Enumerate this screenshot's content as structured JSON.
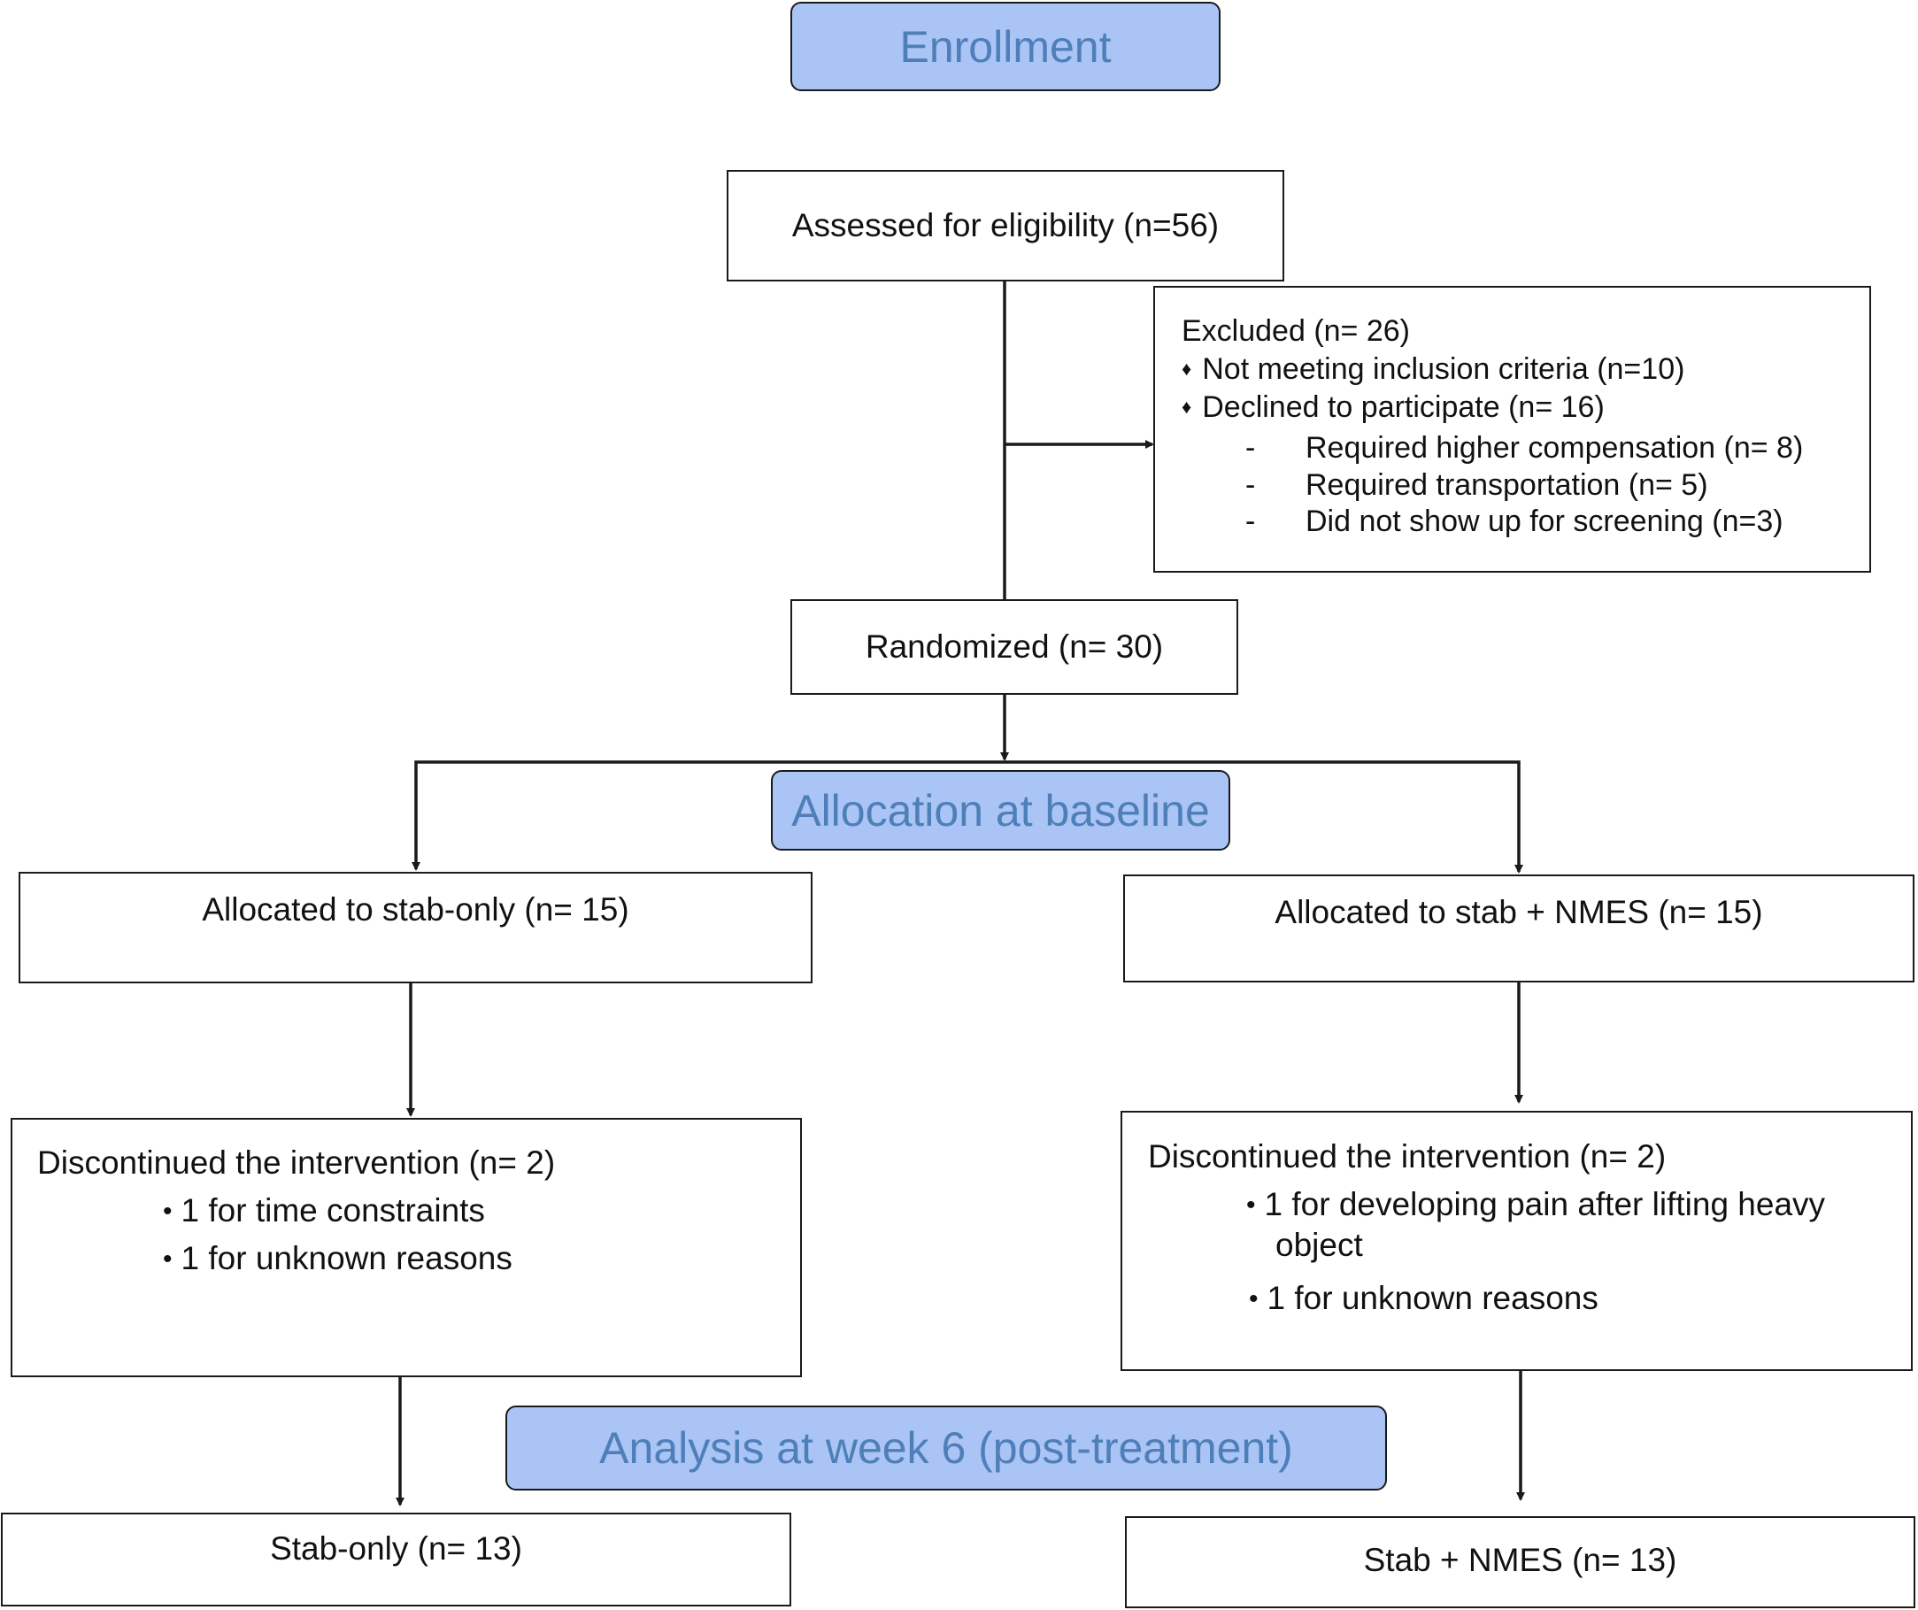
{
  "colors": {
    "stage_fill": "#a9c4f5",
    "stage_text": "#4f7fb8",
    "line": "#1a1a1a"
  },
  "stages": {
    "enrollment": "Enrollment",
    "allocation": "Allocation at baseline",
    "analysis": "Analysis at week 6 (post-treatment)"
  },
  "assessed": "Assessed for eligibility (n=56)",
  "excluded": {
    "title": "Excluded (n= 26)",
    "marker": "♦",
    "sub_marker": "-",
    "items": [
      "Not meeting inclusion criteria (n=10)",
      "Declined to participate (n= 16)"
    ],
    "sub_items": [
      "Required higher compensation (n= 8)",
      "Required transportation (n= 5)",
      "Did not show up for screening (n=3)"
    ]
  },
  "randomized": "Randomized (n= 30)",
  "arms": {
    "left": {
      "allocated": "Allocated to stab-only (n= 15)",
      "discontinued_title": "Discontinued the intervention (n= 2)",
      "reasons": [
        "1 for time constraints",
        "1 for unknown reasons"
      ],
      "analyzed": "Stab-only (n= 13)"
    },
    "right": {
      "allocated": "Allocated to stab + NMES (n= 15)",
      "discontinued_title": "Discontinued the intervention (n= 2)",
      "reasons": [
        "1 for developing pain after lifting heavy",
        "object",
        "1 for unknown reasons"
      ],
      "analyzed": "Stab + NMES (n= 13)"
    }
  },
  "bullet": "•"
}
